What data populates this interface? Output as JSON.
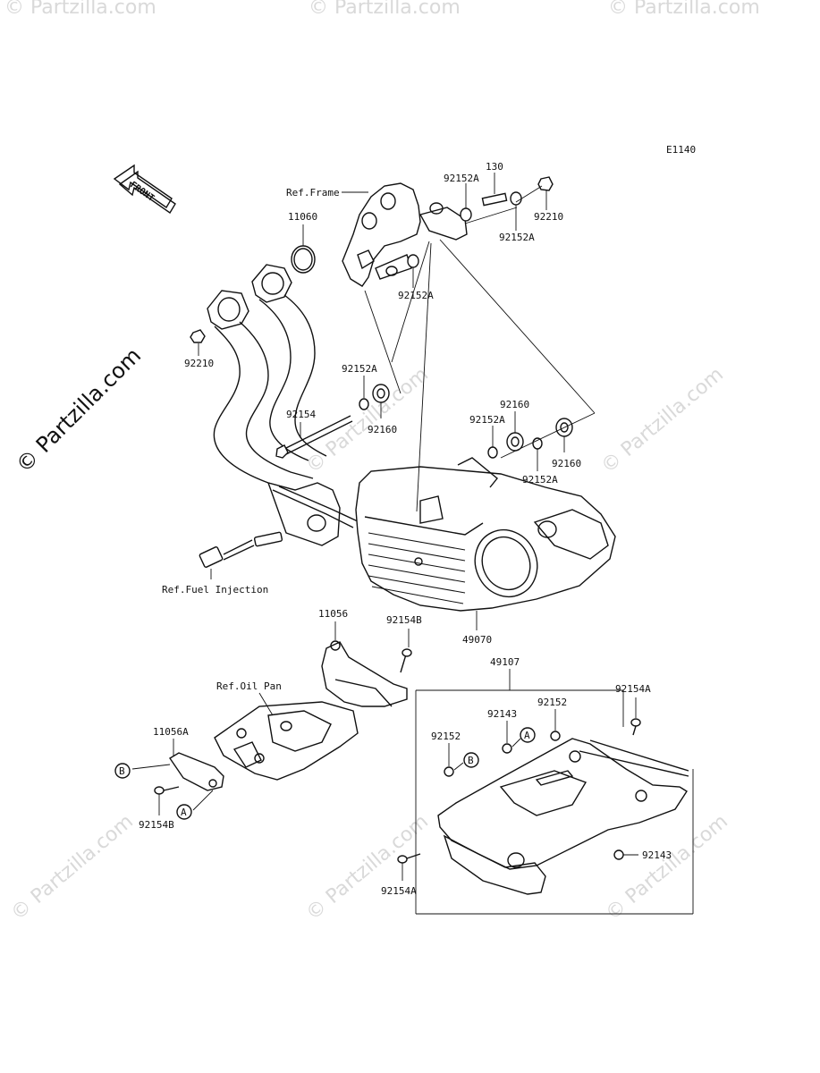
{
  "diagram_code": "E1140",
  "front_arrow_label": "FRONT",
  "watermark_text": "© Partzilla.com",
  "refs": {
    "frame": "Ref.Frame",
    "fuel_injection": "Ref.Fuel Injection",
    "oil_pan": "Ref.Oil Pan"
  },
  "callouts": {
    "c130": "130",
    "c92152A_top": "92152A",
    "c92152A_right": "92152A",
    "c92210_top": "92210",
    "c11060": "11060",
    "c92152A_mid": "92152A",
    "c92210_left": "92210",
    "c92152A_left": "92152A",
    "c92154": "92154",
    "c92160_left": "92160",
    "c92160_mid": "92160",
    "c92152A_r2": "92152A",
    "c92152A_r3": "92152A",
    "c92160_right": "92160",
    "c49070": "49070",
    "c11056": "11056",
    "c92154B_top": "92154B",
    "c11056A": "11056A",
    "c92154B_bot": "92154B",
    "c49107": "49107",
    "c92154A_top": "92154A",
    "c92152_a": "92152",
    "c92143_a": "92143",
    "c92152_b": "92152",
    "c92143_b": "92143",
    "c92154A_bot": "92154A"
  },
  "circle_markers": {
    "a1": "A",
    "b1": "B",
    "a2": "A",
    "b2": "B"
  },
  "colors": {
    "line": "#111111",
    "watermark": "#d9d9d9",
    "background": "#ffffff"
  }
}
